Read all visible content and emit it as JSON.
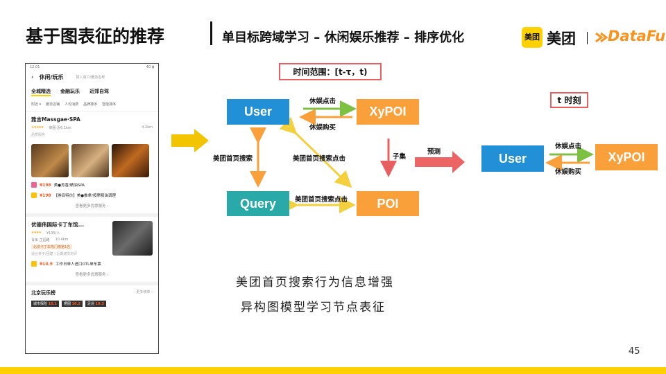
{
  "header": {
    "title": "基于图表征的推荐",
    "subtitle": "单目标跨域学习 – 休闲娱乐推荐 – 排序优化",
    "meituan_logo_box": "美团",
    "meituan_logo_text": "美团",
    "datafun_logo": "DataFun."
  },
  "phone": {
    "status_left": "12:01",
    "status_right": "4G ▮",
    "nav_back": "‹",
    "nav_title": "休闲/玩乐",
    "nav_search": "搜入商户/服务名称",
    "tabs": [
      "全城精选",
      "金融玩乐",
      "近郊自驾"
    ],
    "filters": [
      "附近 ▾",
      "服务店铺",
      "人均消费",
      "品牌排序",
      "智能排序"
    ],
    "card1": {
      "title": "雅言Massgae·SPA",
      "stars": "★★★★★",
      "area": "商圈·近6.1km",
      "distance": "4.2km",
      "tagline": "品质服务",
      "deal1_price": "¥198",
      "deal1_text": "美●芳香/精油SPA",
      "deal2_price": "¥198",
      "deal2_text": "【券后特价】美●推拿/按摩精油调理",
      "more": "查看更多优惠服务 ›"
    },
    "card2": {
      "title": "优德伟国际卡丁车馆...",
      "stars": "★★★★",
      "price": "¥135/人",
      "area": "青年 芷园路",
      "distance": "10.4km",
      "highlight": "北京卡丁车热门榜第1名",
      "desc": "适合亲子/团建 | 近期成交好评",
      "deal_price": "¥10.9",
      "deal_text": "工作日单人进口OTL单车票",
      "more": "查看更多优惠服务 ›"
    },
    "rank": {
      "title": "北京玩乐榜",
      "more": "更多榜单 ›",
      "chips": [
        "城市探险",
        "10.1",
        "晒图",
        "10.2",
        "足浴",
        "10.3"
      ]
    }
  },
  "diagram": {
    "time_range": "时间范围：[t-τ，t)",
    "t_moment": "t 时刻",
    "nodes": {
      "user": "User",
      "xypoi": "XyPOI",
      "query": "Query",
      "poi": "POI",
      "user2": "User",
      "xypoi2": "XyPOI"
    },
    "edges": {
      "leisure_click": "休娱点击",
      "leisure_buy": "休娱购买",
      "home_search": "美团首页搜索",
      "home_search_click": "美团首页搜索点击",
      "home_search_click2": "美团首页搜索点击",
      "subset": "子集",
      "predict": "预测",
      "leisure_click2": "休娱点击",
      "leisure_buy2": "休娱购买"
    },
    "colors": {
      "blue": "#2290D6",
      "orange": "#FAA03A",
      "teal": "#2AA9A9",
      "green_arrow": "#7CC142",
      "yellow_arrow": "#F4D03F",
      "red_arrow": "#E85F5F"
    }
  },
  "captions": {
    "line1": "美团首页搜索行为信息增强",
    "line2": "异构图模型学习节点表征"
  },
  "page_number": "45"
}
